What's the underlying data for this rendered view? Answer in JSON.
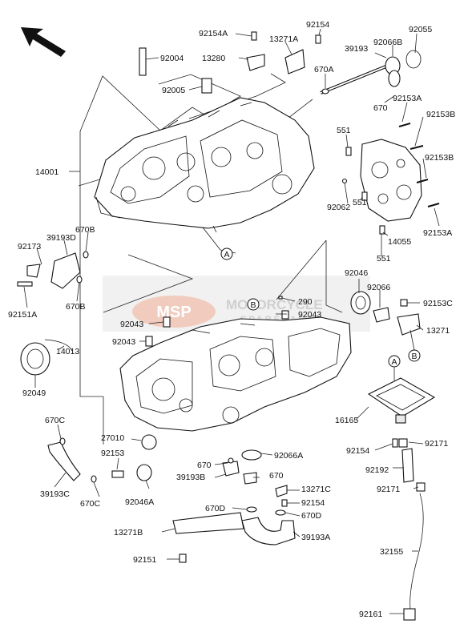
{
  "diagram": {
    "watermark": {
      "logo": "MSP",
      "line1": "MOTORCYCLE",
      "line2": "SPAREPARTS"
    },
    "callouts": {
      "a": "A",
      "b": "B"
    },
    "labels": {
      "p92154A": "92154A",
      "p13271A": "13271A",
      "p92154": "92154",
      "p92055": "92055",
      "p92004": "92004",
      "p13280": "13280",
      "p39193": "39193",
      "p92066B": "92066B",
      "p670A": "670A",
      "p92005": "92005",
      "p670": "670",
      "p92153A": "92153A",
      "p92153B": "92153B",
      "p551": "551",
      "p92153B2": "92153B",
      "p14001": "14001",
      "p92062": "92062",
      "p551b": "551",
      "p92153A2": "92153A",
      "p670B": "670B",
      "p92173": "92173",
      "p39193D": "39193D",
      "p14055": "14055",
      "p551c": "551",
      "p92151A": "92151A",
      "p670B2": "670B",
      "p92046": "92046",
      "p92066": "92066",
      "p290": "290",
      "p92153C": "92153C",
      "p92043a": "92043",
      "p92043b": "92043",
      "p13271": "13271",
      "p92043c": "92043",
      "p14013": "14013",
      "p92049": "92049",
      "p670C": "670C",
      "p16165": "16165",
      "p27010": "27010",
      "p92066A": "92066A",
      "p92154b": "92154",
      "p92171": "92171",
      "p92153": "92153",
      "p39193C": "39193C",
      "p670C2": "670C",
      "p670b": "670",
      "p39193B": "39193B",
      "p670c": "670",
      "p92192": "92192",
      "p92046A": "92046A",
      "p13271C": "13271C",
      "p92154c": "92154",
      "p92171b": "92171",
      "p670D": "670D",
      "p670D2": "670D",
      "p13271B": "13271B",
      "p39193A": "39193A",
      "p32155": "32155",
      "p92151": "92151",
      "p92161": "92161"
    }
  }
}
